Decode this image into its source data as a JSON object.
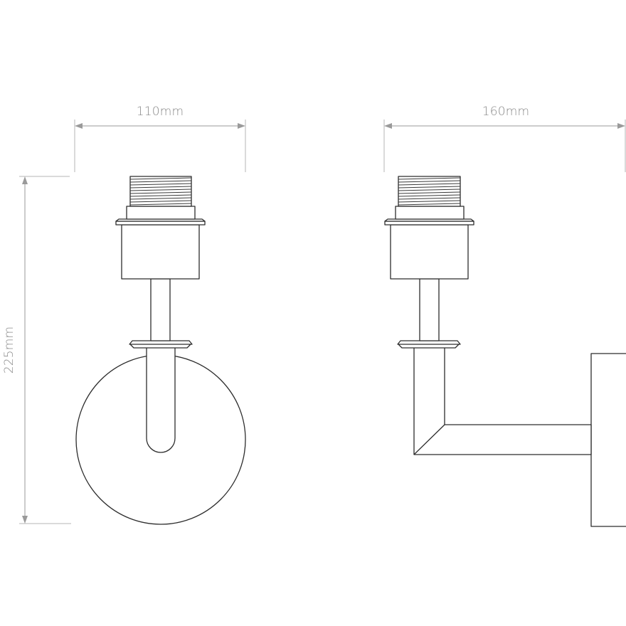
{
  "dimensions": {
    "front_width": "110mm",
    "side_width": "160mm",
    "height": "225mm"
  },
  "colors": {
    "outline": "#2c2c2c",
    "dimension": "#9a9a9a",
    "background": "#ffffff"
  }
}
